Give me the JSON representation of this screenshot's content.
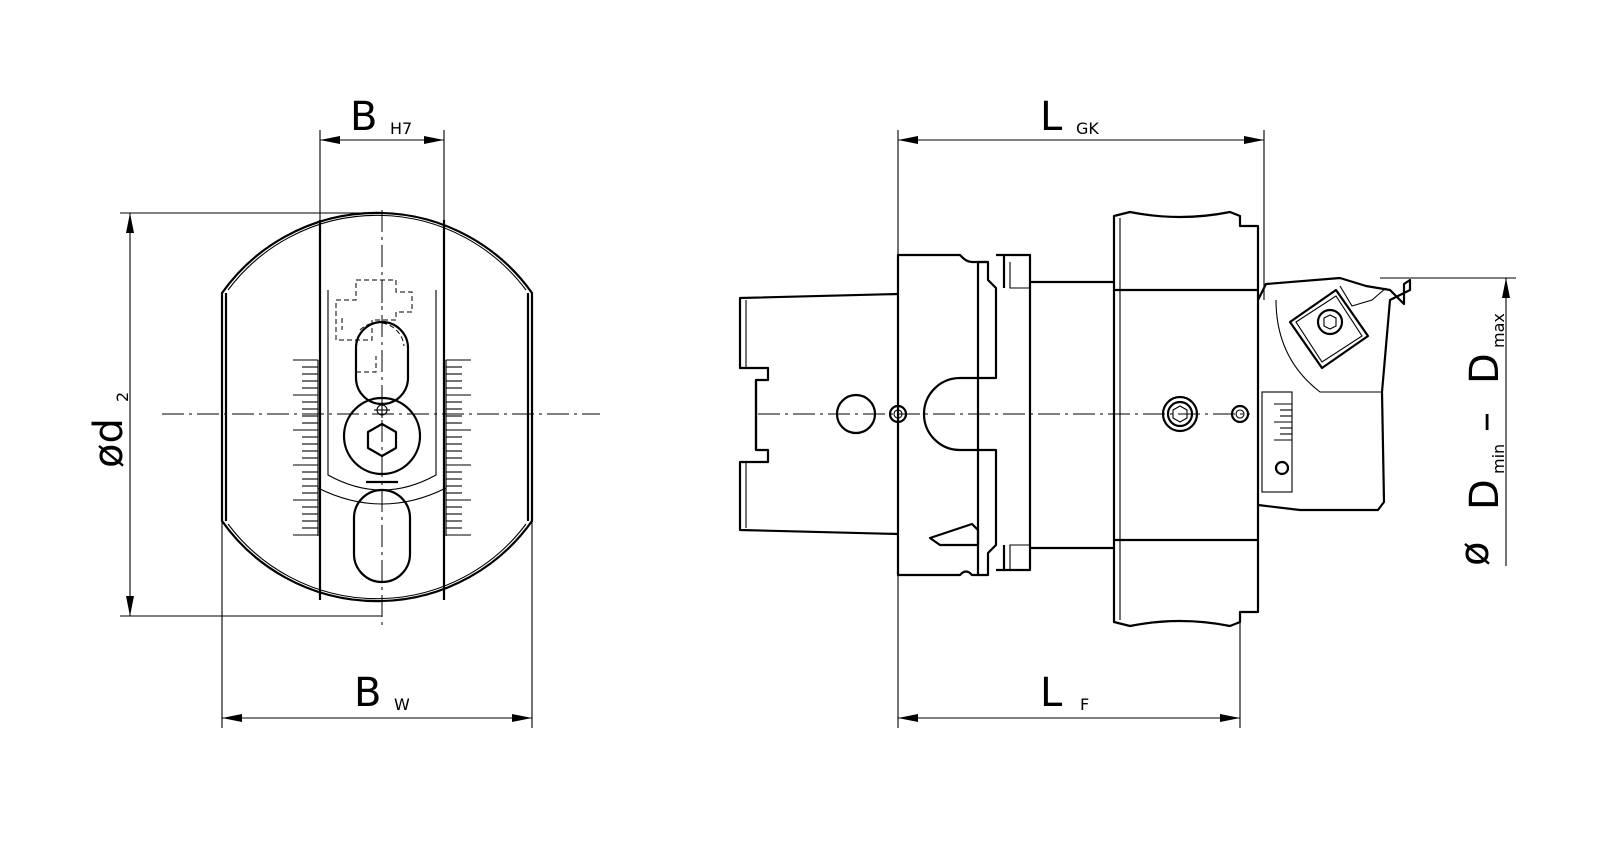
{
  "dimensions": {
    "b_h7": {
      "main": "B",
      "sub": "H7"
    },
    "d2": {
      "main": "ød",
      "sub": "2"
    },
    "b_w": {
      "main": "B",
      "sub": "W"
    },
    "l_gk": {
      "main": "L",
      "sub": "GK"
    },
    "l_f": {
      "main": "L",
      "sub": "F"
    },
    "d_range": {
      "prefix": "ø",
      "main1": "D",
      "sub1": "min",
      "dash": "–",
      "main2": "D",
      "sub2": "max"
    }
  }
}
